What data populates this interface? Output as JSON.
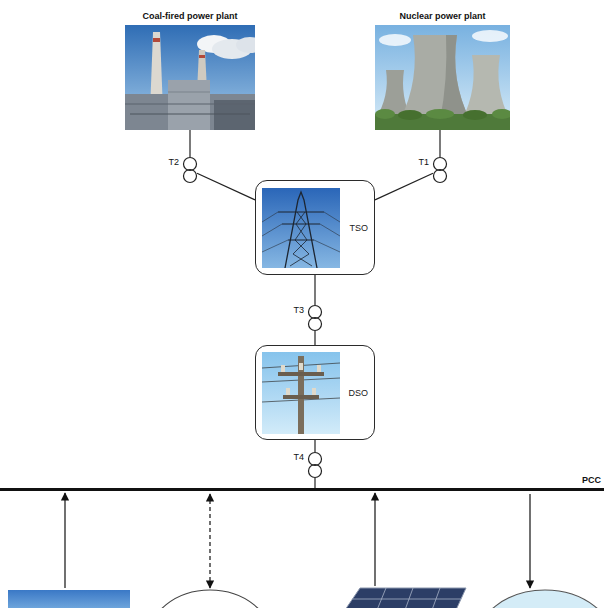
{
  "diagram": {
    "nodes": [
      {
        "text": [
          "Coal-fired power plant"
        ]
      },
      {
        "text": [
          "Nuclear power plant"
        ]
      },
      {
        "text": [
          "T2"
        ]
      },
      {
        "text": [
          "T1"
        ]
      },
      {
        "text": [
          "TSO"
        ]
      },
      {
        "text": [
          "T3"
        ]
      },
      {
        "text": [
          "DSO"
        ]
      },
      {
        "text": [
          "T4"
        ]
      },
      {
        "text": [
          "PCC"
        ]
      }
    ],
    "edges": [
      {
        "from": 0,
        "to": 2,
        "arrow": "none"
      },
      {
        "from": 2,
        "to": 4,
        "arrow": "none"
      },
      {
        "from": 1,
        "to": 3,
        "arrow": "none"
      },
      {
        "from": 3,
        "to": 4,
        "arrow": "none"
      },
      {
        "from": 4,
        "to": 5,
        "arrow": "none"
      },
      {
        "from": 5,
        "to": 6,
        "arrow": "none"
      },
      {
        "from": 6,
        "to": 7,
        "arrow": "none"
      },
      {
        "from": 7,
        "to": 8,
        "arrow": "none"
      }
    ]
  }
}
